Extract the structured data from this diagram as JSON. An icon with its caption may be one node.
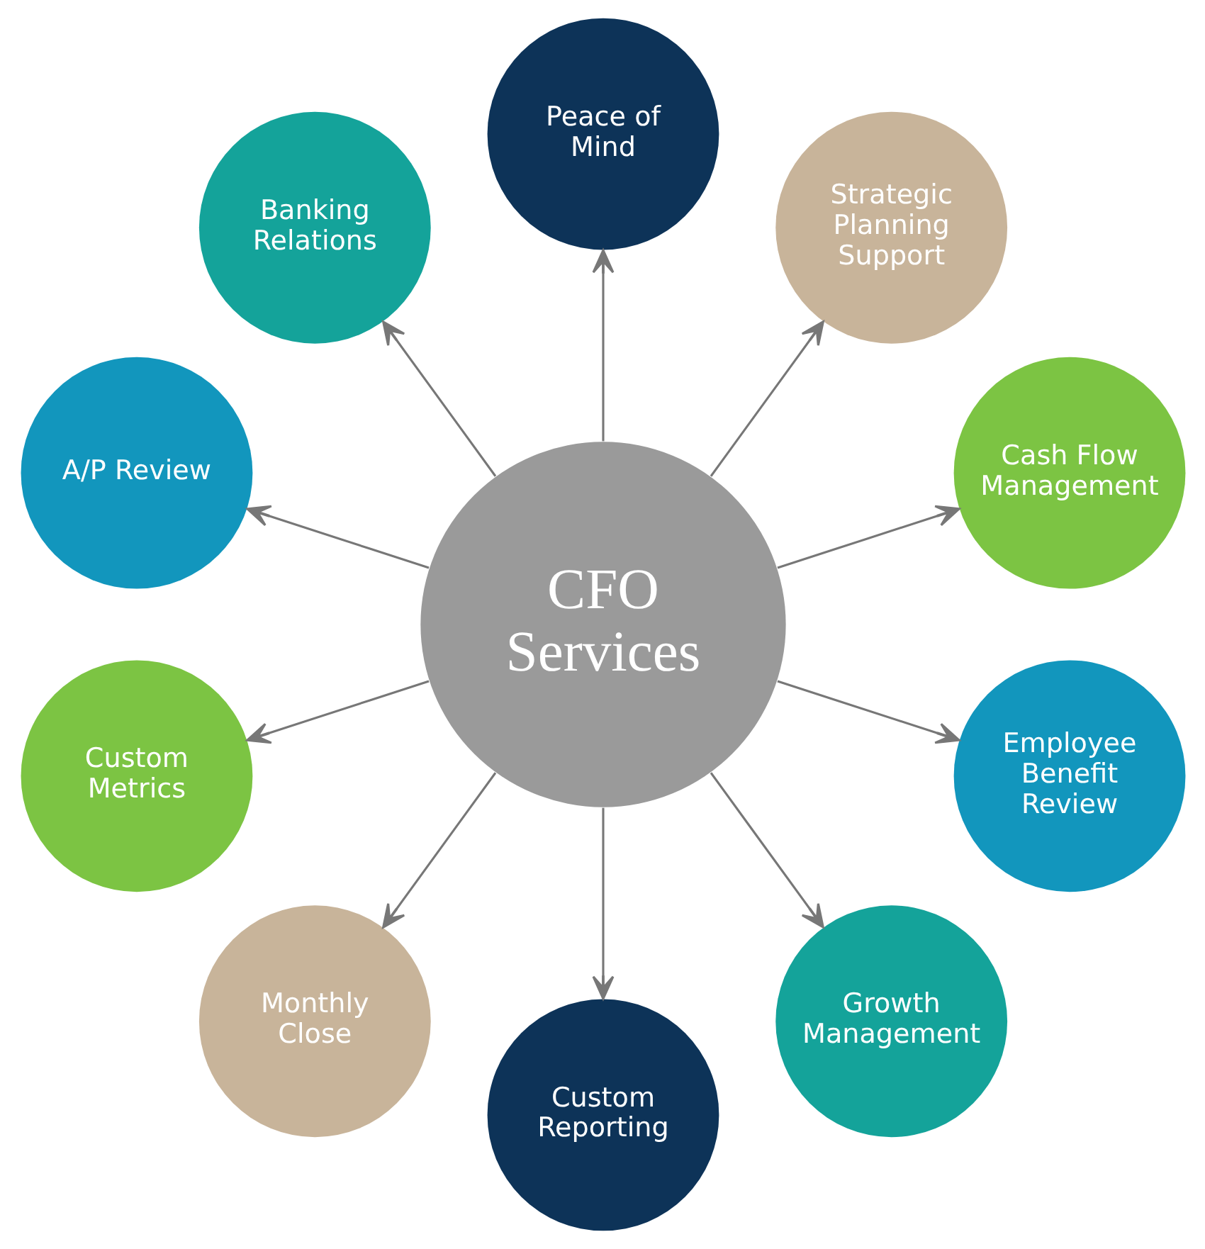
{
  "diagram": {
    "nodes": [
      {
        "text": [
          "CFO Services"
        ]
      },
      {
        "text": [
          "Cash Flow Management"
        ]
      },
      {
        "text": [
          "Strategic Planning Support"
        ]
      },
      {
        "text": [
          "Peace of Mind"
        ]
      },
      {
        "text": [
          "Banking Relations"
        ]
      },
      {
        "text": [
          "A/P Review"
        ]
      },
      {
        "text": [
          "Custom Metrics"
        ]
      },
      {
        "text": [
          "Monthly Close"
        ]
      },
      {
        "text": [
          "Custom Reporting"
        ]
      },
      {
        "text": [
          "Growth Management"
        ]
      },
      {
        "text": [
          "Employee Benefit Review"
        ]
      }
    ],
    "edges": [
      {
        "from": 0,
        "to": 1,
        "arrow": "to"
      },
      {
        "from": 0,
        "to": 2,
        "arrow": "to"
      },
      {
        "from": 0,
        "to": 3,
        "arrow": "to"
      },
      {
        "from": 0,
        "to": 4,
        "arrow": "to"
      },
      {
        "from": 0,
        "to": 5,
        "arrow": "to"
      },
      {
        "from": 0,
        "to": 6,
        "arrow": "to"
      },
      {
        "from": 0,
        "to": 7,
        "arrow": "to"
      },
      {
        "from": 0,
        "to": 8,
        "arrow": "to"
      },
      {
        "from": 0,
        "to": 9,
        "arrow": "to"
      },
      {
        "from": 0,
        "to": 10,
        "arrow": "to"
      }
    ]
  }
}
